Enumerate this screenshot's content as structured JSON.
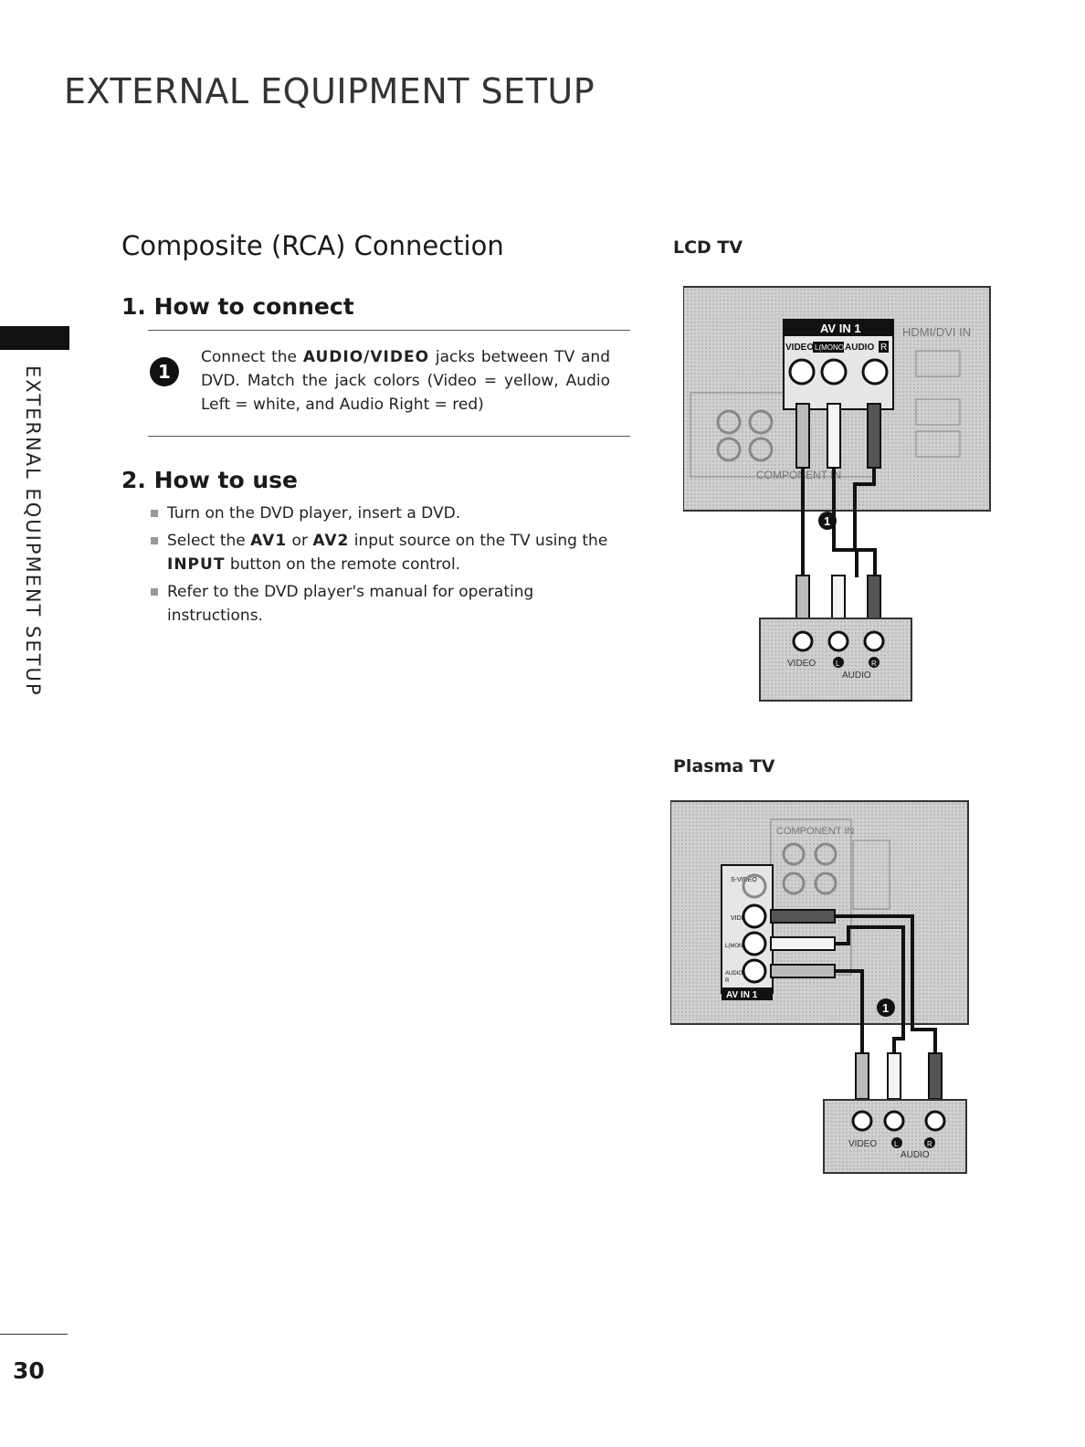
{
  "header": {
    "title": "EXTERNAL EQUIPMENT SETUP"
  },
  "side_tab": {
    "label": "EXTERNAL EQUIPMENT SETUP"
  },
  "section": {
    "title": "Composite (RCA) Connection",
    "connect": {
      "heading": "1. How to connect",
      "step_number": "1",
      "text_before": "Connect the ",
      "bold_1": "AUDIO/VIDEO",
      "text_after": " jacks between TV and DVD. Match the jack colors (Video = yellow, Audio Left = white, and Audio Right = red)"
    },
    "use": {
      "heading": "2. How to use",
      "items": [
        {
          "text": "Turn on the DVD player, insert a DVD."
        },
        {
          "pre": "Select the ",
          "b1": "AV1",
          "mid": " or ",
          "b2": "AV2",
          "post": " input source on the TV using the ",
          "b3": "INPUT",
          "end": " button on the remote control."
        },
        {
          "text": "Refer to the DVD player's manual for operating instructions."
        }
      ]
    }
  },
  "diagrams": {
    "lcd": {
      "label": "LCD TV",
      "av_in": "AV IN 1",
      "jack_labels": [
        "VIDEO",
        "L(MONO)",
        "AUDIO",
        "R"
      ],
      "hdmi": "HDMI/DVI IN",
      "component": "COMPONENT IN",
      "callout": "1",
      "dvd_video": "VIDEO",
      "dvd_l": "L",
      "dvd_r": "R",
      "dvd_audio": "AUDIO"
    },
    "plasma": {
      "label": "Plasma TV",
      "component": "COMPONENT IN",
      "av_in": "AV IN 1",
      "side_labels": [
        "S-VIDEO",
        "VIDEO",
        "L(MONO)",
        "AUDIO",
        "R"
      ],
      "callout": "1",
      "dvd_video": "VIDEO",
      "dvd_l": "L",
      "dvd_r": "R",
      "dvd_audio": "AUDIO"
    }
  },
  "footer": {
    "page_number": "30"
  },
  "colors": {
    "text": "#1a1a1a",
    "panel": "#c8c8c8",
    "accent": "#111111"
  }
}
